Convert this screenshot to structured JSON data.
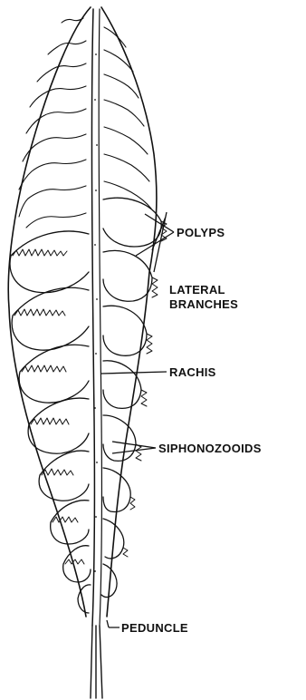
{
  "labels": {
    "polyps": "POLYPS",
    "lateral_branches_line1": "LATERAL",
    "lateral_branches_line2": "BRANCHES",
    "rachis": "RACHIS",
    "siphonozooids": "SIPHONOZOOIDS",
    "peduncle": "PEDUNCLE"
  },
  "colors": {
    "ink": "#111111",
    "background": "#ffffff"
  }
}
